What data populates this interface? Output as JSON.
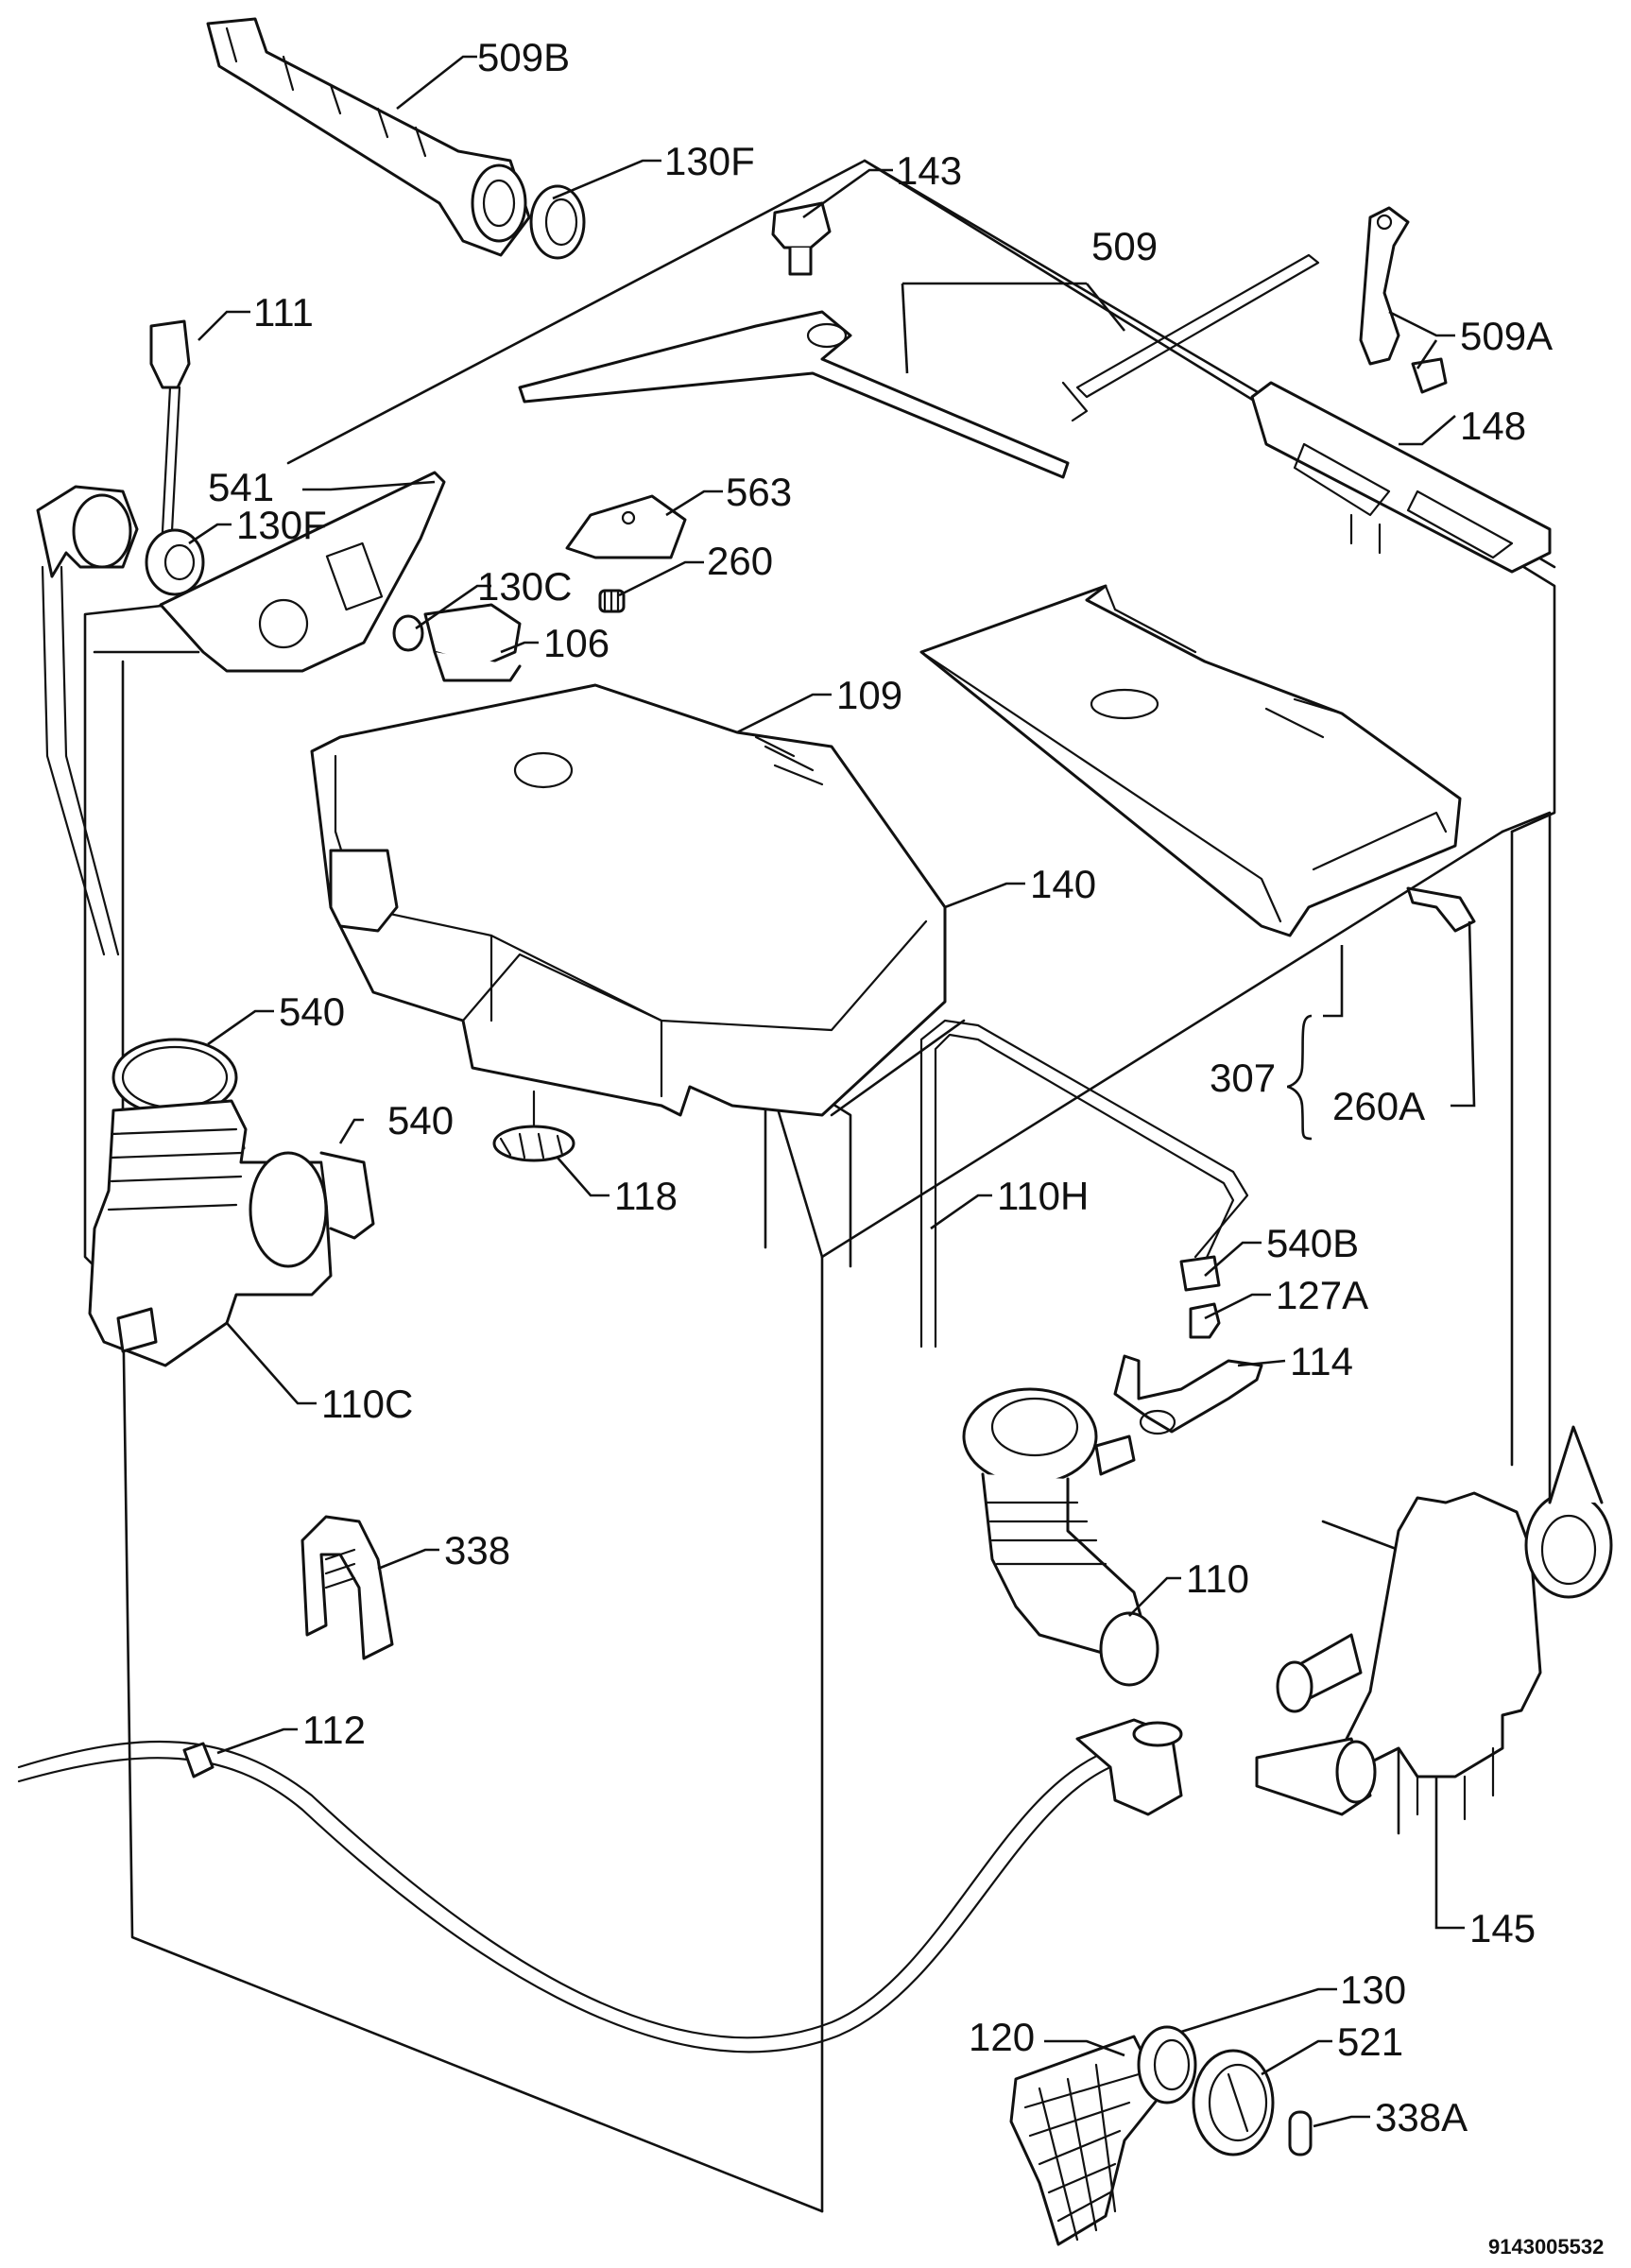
{
  "labels": {
    "l509b": "509B",
    "l130f_top": "130F",
    "l143": "143",
    "l509": "509",
    "l111": "111",
    "l509a": "509A",
    "l148": "148",
    "l541": "541",
    "l130f_left": "130F",
    "l563": "563",
    "l260": "260",
    "l130c": "130C",
    "l106": "106",
    "l109": "109",
    "l140": "140",
    "l540_a": "540",
    "l540_b": "540",
    "l307": "307",
    "l260a": "260A",
    "l118": "118",
    "l110h": "110H",
    "l540b": "540B",
    "l127a": "127A",
    "l114": "114",
    "l110c": "110C",
    "l338": "338",
    "l110": "110",
    "l112": "112",
    "l145": "145",
    "l130": "130",
    "l120": "120",
    "l521": "521",
    "l338a": "338A"
  },
  "drawing_number": "9143005532"
}
